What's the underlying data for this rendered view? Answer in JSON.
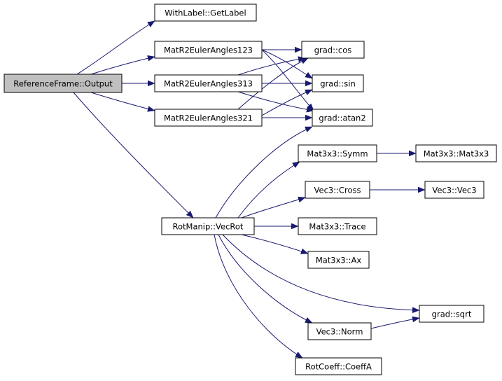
{
  "diagram": {
    "nodes": [
      {
        "id": "root",
        "label": "ReferenceFrame::Output",
        "root": true
      },
      {
        "id": "getlabel",
        "label": "WithLabel::GetLabel"
      },
      {
        "id": "m123",
        "label": "MatR2EulerAngles123"
      },
      {
        "id": "m313",
        "label": "MatR2EulerAngles313"
      },
      {
        "id": "m321",
        "label": "MatR2EulerAngles321"
      },
      {
        "id": "cos",
        "label": "grad::cos"
      },
      {
        "id": "sin",
        "label": "grad::sin"
      },
      {
        "id": "atan2",
        "label": "grad::atan2"
      },
      {
        "id": "vecrot",
        "label": "RotManip::VecRot"
      },
      {
        "id": "symm",
        "label": "Mat3x3::Symm"
      },
      {
        "id": "mat3x3",
        "label": "Mat3x3::Mat3x3"
      },
      {
        "id": "cross",
        "label": "Vec3::Cross"
      },
      {
        "id": "vec3",
        "label": "Vec3::Vec3"
      },
      {
        "id": "trace",
        "label": "Mat3x3::Trace"
      },
      {
        "id": "ax",
        "label": "Mat3x3::Ax"
      },
      {
        "id": "sqrt",
        "label": "grad::sqrt"
      },
      {
        "id": "norm",
        "label": "Vec3::Norm"
      },
      {
        "id": "coeffa",
        "label": "RotCoeff::CoeffA"
      }
    ],
    "edges": [
      {
        "from": "root",
        "to": "getlabel"
      },
      {
        "from": "root",
        "to": "m123"
      },
      {
        "from": "root",
        "to": "m313"
      },
      {
        "from": "root",
        "to": "m321"
      },
      {
        "from": "root",
        "to": "vecrot"
      },
      {
        "from": "m123",
        "to": "cos"
      },
      {
        "from": "m123",
        "to": "sin"
      },
      {
        "from": "m123",
        "to": "atan2"
      },
      {
        "from": "m313",
        "to": "cos"
      },
      {
        "from": "m313",
        "to": "sin"
      },
      {
        "from": "m313",
        "to": "atan2"
      },
      {
        "from": "m321",
        "to": "cos"
      },
      {
        "from": "m321",
        "to": "sin"
      },
      {
        "from": "m321",
        "to": "atan2"
      },
      {
        "from": "vecrot",
        "to": "atan2"
      },
      {
        "from": "vecrot",
        "to": "symm"
      },
      {
        "from": "vecrot",
        "to": "cross"
      },
      {
        "from": "vecrot",
        "to": "trace"
      },
      {
        "from": "vecrot",
        "to": "ax"
      },
      {
        "from": "vecrot",
        "to": "sqrt"
      },
      {
        "from": "vecrot",
        "to": "norm"
      },
      {
        "from": "vecrot",
        "to": "coeffa"
      },
      {
        "from": "symm",
        "to": "mat3x3"
      },
      {
        "from": "cross",
        "to": "vec3"
      },
      {
        "from": "norm",
        "to": "sqrt"
      }
    ],
    "colors": {
      "edge": "#191970",
      "root_fill": "#bfbfbf",
      "node_fill": "#ffffff",
      "border": "#000000"
    }
  }
}
